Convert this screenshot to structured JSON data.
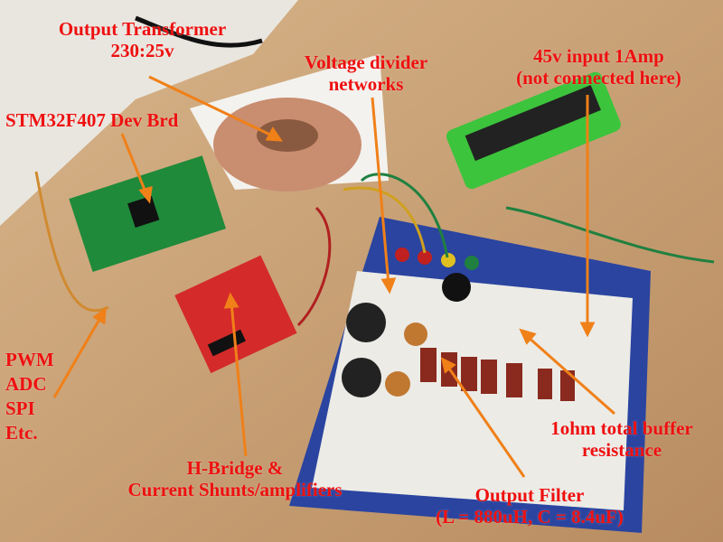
{
  "annotations": {
    "transformer": {
      "line1": "Output Transformer",
      "line2": "230:25v"
    },
    "stm32": {
      "line1": "STM32F407 Dev Brd"
    },
    "divider": {
      "line1": "Voltage divider",
      "line2": "networks"
    },
    "input": {
      "line1": "45v input 1Amp",
      "line2": "(not connected here)"
    },
    "signals": {
      "line1": "PWM",
      "line2": "ADC",
      "line3": "SPI",
      "line4": "Etc."
    },
    "hbridge": {
      "line1": "H-Bridge &",
      "line2": "Current Shunts/amplifiers"
    },
    "filter": {
      "line1": "Output Filter",
      "line2": "(L = 880uH, C = 8.4uF)"
    },
    "buffer": {
      "line1": "1ohm total buffer",
      "line2": "resistance"
    }
  },
  "colors": {
    "label": "#ee1010",
    "arrow": "#f08018",
    "table": "#c9a27a",
    "breadboard_frame": "#2a44a0"
  }
}
